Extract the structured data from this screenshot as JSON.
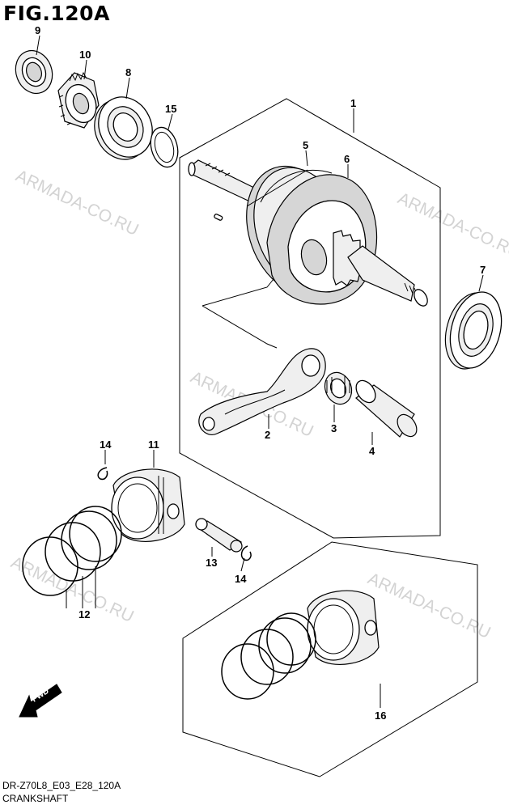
{
  "header": {
    "title": "FIG.120A"
  },
  "footer": {
    "code": "DR-Z70L8_E03_E28_120A",
    "name": "CRANKSHAFT"
  },
  "watermark": {
    "text": "ARMADA-CO.RU"
  },
  "direction": {
    "label": "FWD"
  },
  "callouts": {
    "c1": "1",
    "c2": "2",
    "c3": "3",
    "c4": "4",
    "c5": "5",
    "c6": "6",
    "c7": "7",
    "c8": "8",
    "c9": "9",
    "c10": "10",
    "c11": "11",
    "c12": "12",
    "c13": "13",
    "c14a": "14",
    "c14b": "14",
    "c15": "15",
    "c16": "16"
  },
  "colors": {
    "line": "#000000",
    "watermark": "#d3d3d3",
    "background": "#ffffff"
  }
}
